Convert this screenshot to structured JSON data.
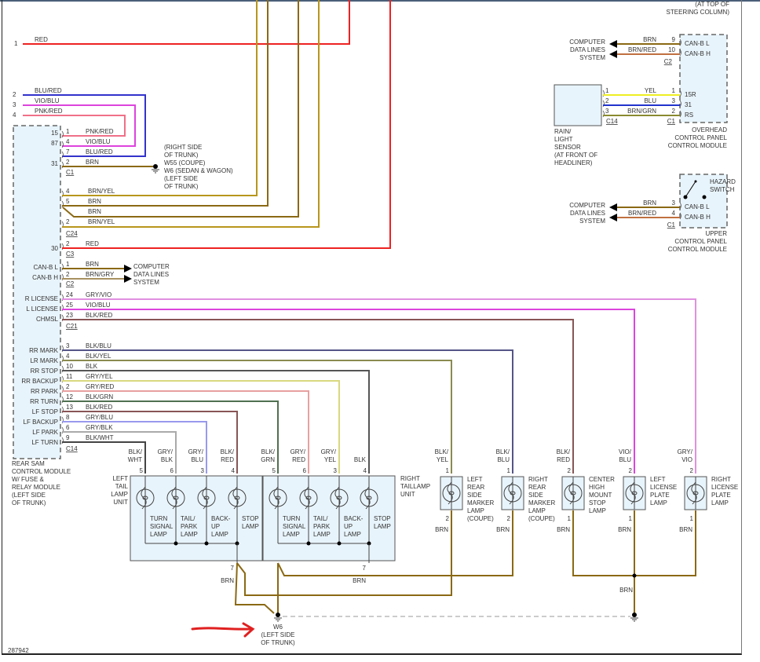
{
  "diagram_id": "287942",
  "annotation": {
    "arrow_color": "#e02020",
    "points_to": "W6 (LEFT SIDE OF TRUNK)"
  },
  "rear_sam": {
    "label": [
      "REAR SAM",
      "CONTROL MODULE",
      "W/ FUSE &",
      "RELAY MODULE",
      "(LEFT SIDE",
      "OF TRUNK)"
    ],
    "top_wires": [
      {
        "pin": "1",
        "color": "RED"
      },
      {
        "pin": "2",
        "color": "BLU/RED"
      },
      {
        "pin": "3",
        "color": "VIO/BLU"
      },
      {
        "pin": "4",
        "color": "PNK/RED"
      }
    ],
    "c1": {
      "connector": "C1",
      "pins": [
        {
          "term": "15",
          "pin": "1",
          "color": "PNK/RED"
        },
        {
          "term": "87",
          "pin": "4",
          "color": "VIO/BLU"
        },
        {
          "term": "",
          "pin": "7",
          "color": "BLU/RED"
        },
        {
          "term": "31",
          "pin": "2",
          "color": "BRN"
        }
      ]
    },
    "ground_w55": [
      "(RIGHT SIDE",
      "OF TRUNK)",
      "W55   (COUPE)",
      "W6     (SEDAN & WAGON)",
      "(LEFT SIDE",
      "OF TRUNK)"
    ],
    "c24": {
      "connector": "C24",
      "pins": [
        {
          "pin": "4",
          "color": "BRN/YEL"
        },
        {
          "pin": "5",
          "color": "BRN"
        },
        {
          "pin": "",
          "color": "BRN"
        },
        {
          "pin": "2",
          "color": "BRN/YEL"
        }
      ]
    },
    "c3": {
      "connector": "C3",
      "pins": [
        {
          "term": "30",
          "pin": "2",
          "color": "RED"
        }
      ]
    },
    "c2": {
      "connector": "C2",
      "pins": [
        {
          "term": "CAN-B L",
          "pin": "1",
          "color": "BRN"
        },
        {
          "term": "CAN-B H",
          "pin": "2",
          "color": "BRN/GRY"
        }
      ],
      "dest": [
        "COMPUTER",
        "DATA LINES",
        "SYSTEM"
      ]
    },
    "c21": {
      "connector": "C21",
      "pins": [
        {
          "term": "R LICENSE",
          "pin": "24",
          "color": "GRY/VIO"
        },
        {
          "term": "L LICENSE",
          "pin": "25",
          "color": "VIO/BLU"
        },
        {
          "term": "CHMSL",
          "pin": "23",
          "color": "BLK/RED"
        }
      ]
    },
    "c14": {
      "connector": "C14",
      "pins": [
        {
          "term": "RR MARK",
          "pin": "3",
          "color": "BLK/BLU"
        },
        {
          "term": "LR MARK",
          "pin": "4",
          "color": "BLK/YEL"
        },
        {
          "term": "RR STOP",
          "pin": "10",
          "color": "BLK"
        },
        {
          "term": "RR BACKUP",
          "pin": "11",
          "color": "GRY/YEL"
        },
        {
          "term": "RR PARK",
          "pin": "2",
          "color": "GRY/RED"
        },
        {
          "term": "RR TURN",
          "pin": "12",
          "color": "BLK/GRN"
        },
        {
          "term": "LF STOP",
          "pin": "13",
          "color": "BLK/RED"
        },
        {
          "term": "LF BACKUP",
          "pin": "8",
          "color": "GRY/BLU"
        },
        {
          "term": "LF PARK",
          "pin": "6",
          "color": "GRY/BLK"
        },
        {
          "term": "LF TURN",
          "pin": "9",
          "color": "BLK/WHT"
        }
      ]
    }
  },
  "overhead": {
    "location": [
      "(AT TOP OF",
      "STEERING COLUMN)"
    ],
    "label": [
      "OVERHEAD",
      "CONTROL PANEL",
      "CONTROL MODULE"
    ],
    "c2": {
      "connector": "C2",
      "pins": [
        {
          "term": "CAN-B L",
          "pin": "9",
          "color": "BRN"
        },
        {
          "term": "CAN-B H",
          "pin": "10",
          "color": "BRN/RED"
        }
      ],
      "dest": [
        "COMPUTER",
        "DATA LINES",
        "SYSTEM"
      ]
    },
    "c1": {
      "connector": "C1",
      "pins": [
        {
          "term": "15R",
          "pin": "1",
          "color": "YEL",
          "sensor_pin": "1"
        },
        {
          "term": "31",
          "pin": "3",
          "color": "BLU",
          "sensor_pin": "2"
        },
        {
          "term": "RS",
          "pin": "2",
          "color": "BRN/GRN",
          "sensor_pin": "3"
        }
      ]
    },
    "sensor_connector": "C14",
    "sensor_label": [
      "RAIN/",
      "LIGHT",
      "SENSOR",
      "(AT FRONT OF",
      "HEADLINER)"
    ]
  },
  "upper_panel": {
    "switch_label": [
      "HAZARD",
      "SWITCH"
    ],
    "label": [
      "UPPER",
      "CONTROL PANEL",
      "CONTROL MODULE"
    ],
    "c1": {
      "connector": "C1",
      "pins": [
        {
          "term": "CAN-B L",
          "pin": "3",
          "color": "BRN"
        },
        {
          "term": "CAN-B H",
          "pin": "4",
          "color": "BRN/RED"
        }
      ],
      "dest": [
        "COMPUTER",
        "DATA LINES",
        "SYSTEM"
      ]
    }
  },
  "left_tail": {
    "label": [
      "LEFT",
      "TAIL",
      "LAMP",
      "UNIT"
    ],
    "inputs": [
      {
        "pin": "5",
        "color": [
          "BLK/",
          "WHT"
        ]
      },
      {
        "pin": "6",
        "color": [
          "GRY/",
          "BLK"
        ]
      },
      {
        "pin": "3",
        "color": [
          "GRY/",
          "BLU"
        ]
      },
      {
        "pin": "4",
        "color": [
          "BLK/",
          "RED"
        ]
      }
    ],
    "lamps": [
      [
        "TURN",
        "SIGNAL",
        "LAMP"
      ],
      [
        "TAIL/",
        "PARK",
        "LAMP"
      ],
      [
        "BACK-",
        "UP",
        "LAMP"
      ],
      [
        "STOP",
        "LAMP"
      ]
    ],
    "ground_pin": "7",
    "ground_color": "BRN"
  },
  "right_tail": {
    "label": [
      "RIGHT",
      "TAILLAMP",
      "UNIT"
    ],
    "inputs": [
      {
        "pin": "5",
        "color": [
          "BLK/",
          "GRN"
        ]
      },
      {
        "pin": "6",
        "color": [
          "GRY/",
          "RED"
        ]
      },
      {
        "pin": "3",
        "color": [
          "GRY/",
          "YEL"
        ]
      },
      {
        "pin": "4",
        "color": [
          "",
          "BLK"
        ]
      }
    ],
    "lamps": [
      [
        "TURN",
        "SIGNAL",
        "LAMP"
      ],
      [
        "TAIL/",
        "PARK",
        "LAMP"
      ],
      [
        "BACK-",
        "UP",
        "LAMP"
      ],
      [
        "STOP",
        "LAMP"
      ]
    ],
    "ground_pin": "7",
    "ground_color": "BRN"
  },
  "small_lamps": [
    {
      "name": [
        "LEFT",
        "REAR",
        "SIDE",
        "MARKER",
        "LAMP",
        "(COUPE)"
      ],
      "in_pin": "1",
      "in_color": [
        "BLK/",
        "YEL"
      ],
      "out_pin": "2",
      "out_color": "BRN"
    },
    {
      "name": [
        "RIGHT",
        "REAR",
        "SIDE",
        "MARKER",
        "LAMP",
        "(COUPE)"
      ],
      "in_pin": "1",
      "in_color": [
        "BLK/",
        "BLU"
      ],
      "out_pin": "2",
      "out_color": "BRN"
    },
    {
      "name": [
        "CENTER",
        "HIGH",
        "MOUNT",
        "STOP",
        "LAMP"
      ],
      "in_pin": "2",
      "in_color": [
        "BLK/",
        "RED"
      ],
      "out_pin": "1",
      "out_color": "BRN"
    },
    {
      "name": [
        "LEFT",
        "LICENSE",
        "PLATE",
        "LAMP"
      ],
      "in_pin": "2",
      "in_color": [
        "VIO/",
        "BLU"
      ],
      "out_pin": "1",
      "out_color": "BRN"
    },
    {
      "name": [
        "RIGHT",
        "LICENSE",
        "PLATE",
        "LAMP"
      ],
      "in_pin": "2",
      "in_color": [
        "GRY/",
        "VIO"
      ],
      "out_pin": "1",
      "out_color": "BRN"
    }
  ],
  "ground_splice_color": "BRN",
  "ground_w6": [
    "W6",
    "(LEFT SIDE",
    "OF TRUNK)"
  ],
  "wire_colors": {
    "RED": "#ee2222",
    "BRN": "#8b6914",
    "BRN/YEL": "#b8961c",
    "BLU/RED": "#3333cc",
    "VIO/BLU": "#dd44dd",
    "PNK/RED": "#f07088",
    "BRN/GRY": "#a89060",
    "GRY/VIO": "#e090e0",
    "BLK/RED": "#885555",
    "BLK/BLU": "#555588",
    "BLK/YEL": "#8a8a50",
    "BLK": "#555555",
    "GRY/YEL": "#d8d880",
    "GRY/RED": "#e8a0a0",
    "BLK/GRN": "#507050",
    "GRY/BLU": "#9999ee",
    "GRY/BLK": "#aaaaaa",
    "BLK/WHT": "#444444",
    "YEL": "#eeee22",
    "BLU": "#2233cc",
    "BRN/GRN": "#8a8a30",
    "BRN/RED": "#c07040"
  }
}
